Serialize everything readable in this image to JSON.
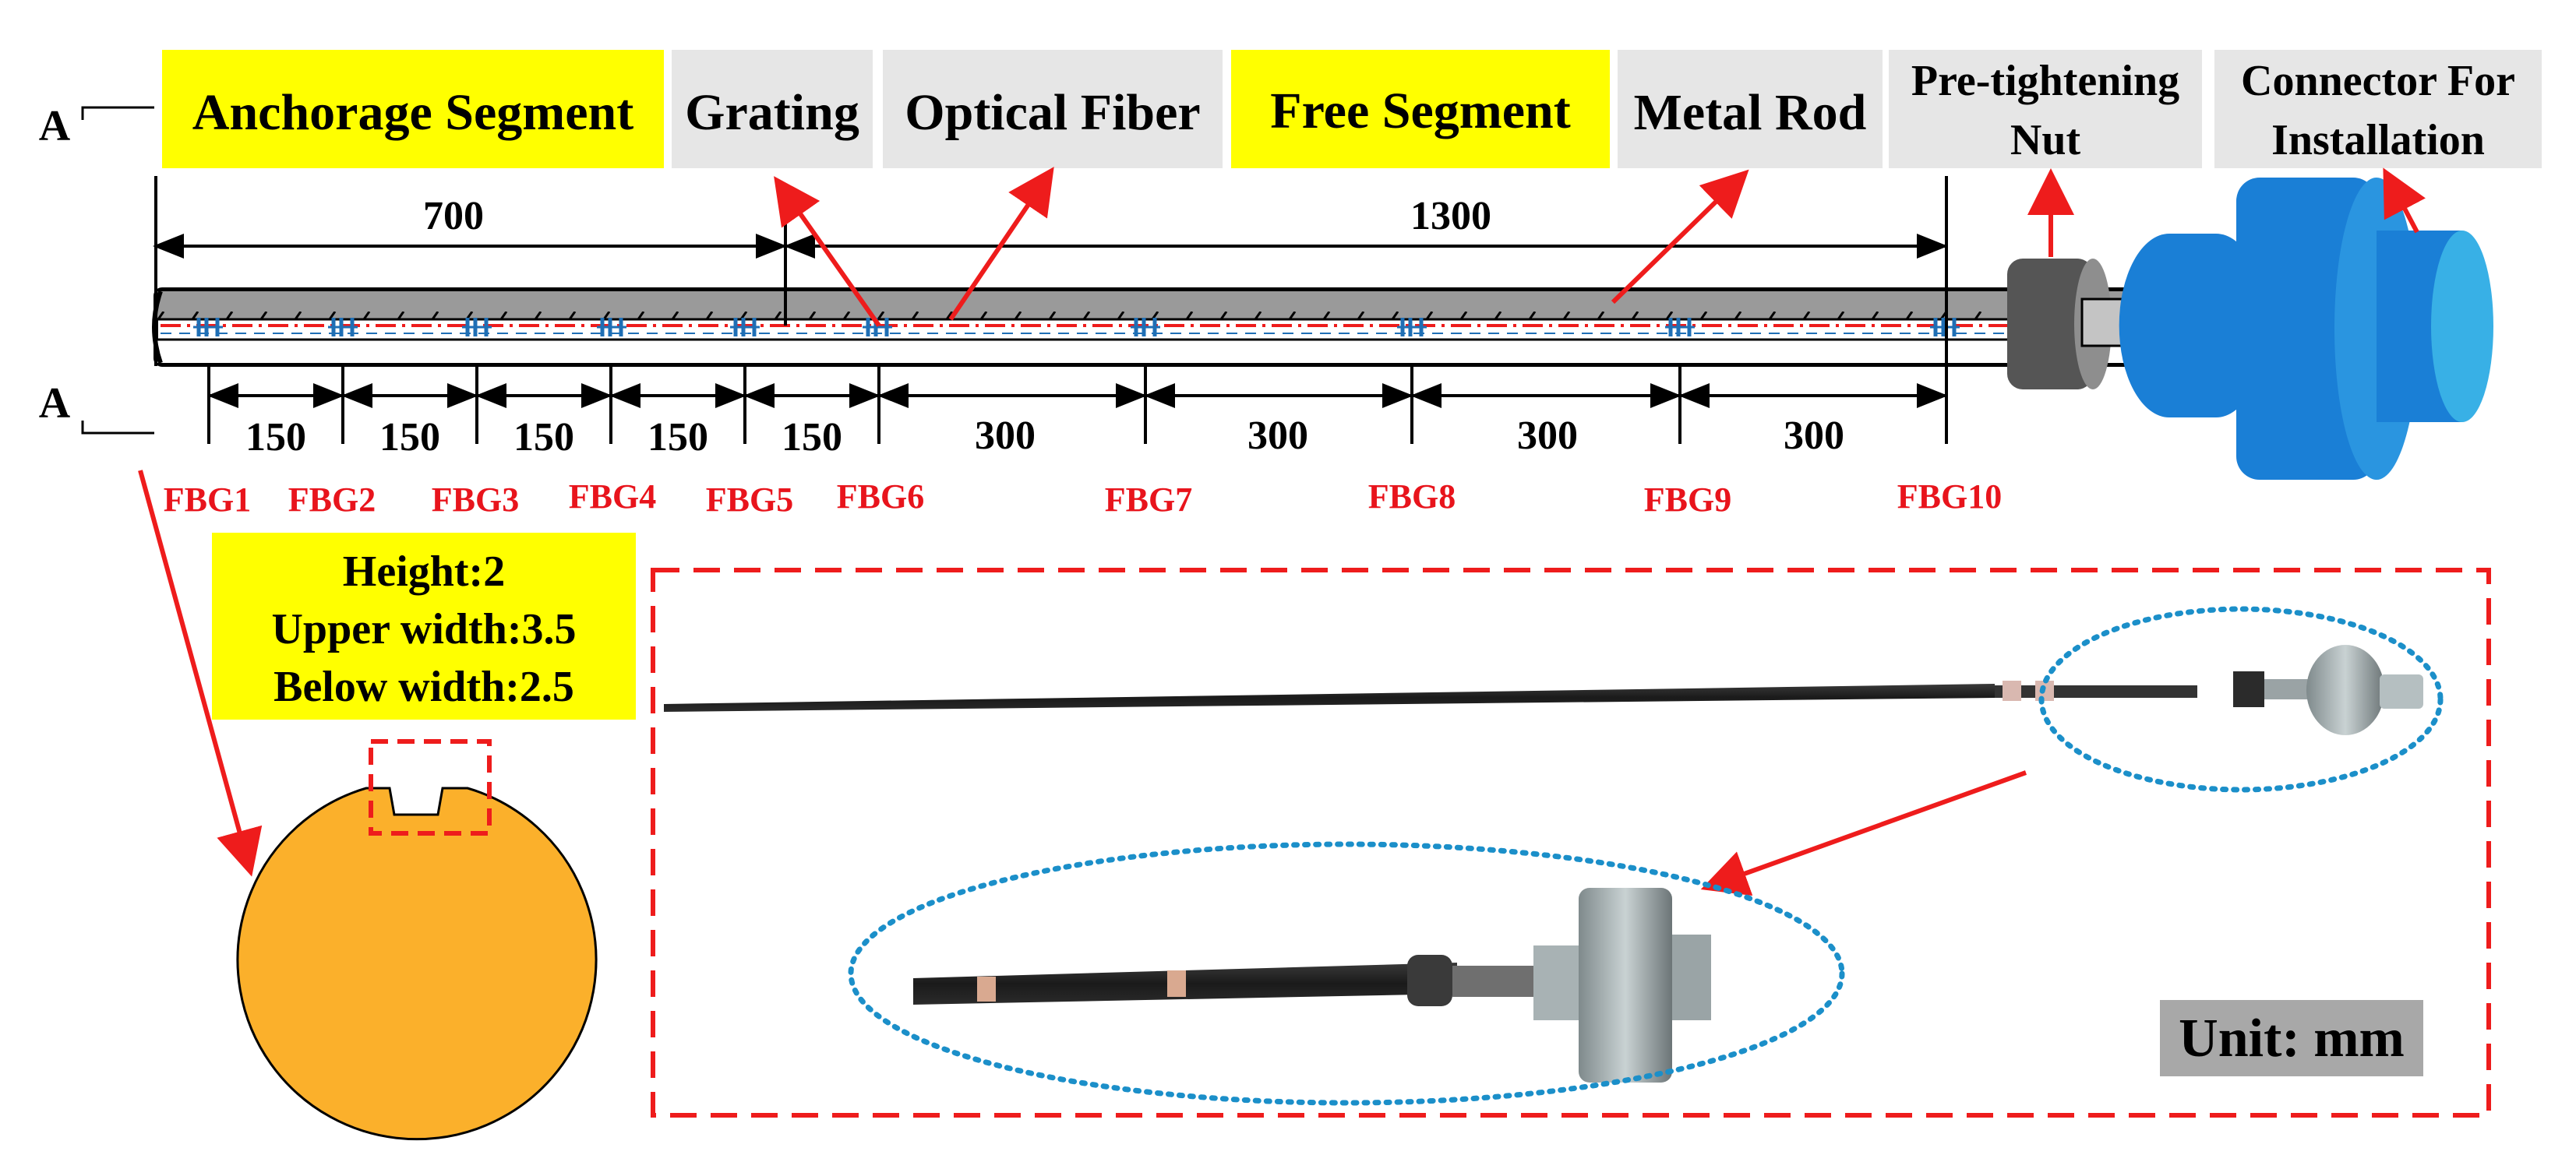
{
  "section_marks": [
    "A",
    "A"
  ],
  "top_labels": {
    "anchorage": "Anchorage Segment",
    "grating": "Grating",
    "optical_fiber": "Optical Fiber",
    "free_segment": "Free Segment",
    "metal_rod": "Metal Rod",
    "nut_line1": "Pre-tightening",
    "nut_line2": "Nut",
    "connector_line1": "Connector For",
    "connector_line2": "Installation"
  },
  "overall_dims": [
    "700",
    "1300"
  ],
  "spacing_dims": [
    "150",
    "150",
    "150",
    "150",
    "150",
    "300",
    "300",
    "300",
    "300"
  ],
  "fbg_labels": [
    "FBG1",
    "FBG2",
    "FBG3",
    "FBG4",
    "FBG5",
    "FBG6",
    "FBG7",
    "FBG8",
    "FBG9",
    "FBG10"
  ],
  "groove_spec": [
    "Height:2",
    "Upper width:3.5",
    "Below width:2.5"
  ],
  "unit": "Unit: mm",
  "colors": {
    "highlight_yellow": "#ffff00",
    "label_gray": "#e6e6e6",
    "arrow_red": "#ee1c1c",
    "fbg_text_red": "#e8141c",
    "fbg_mark_blue": "#1f6fb5",
    "connector_blue": "#1a7fd6",
    "connector_light": "#38b0e6",
    "cross_section_orange": "#fbb02b",
    "nut_gray": "#5a5a5a",
    "ellipse_blue": "#1b8fc9",
    "unit_box_gray": "#a8a8a8"
  }
}
